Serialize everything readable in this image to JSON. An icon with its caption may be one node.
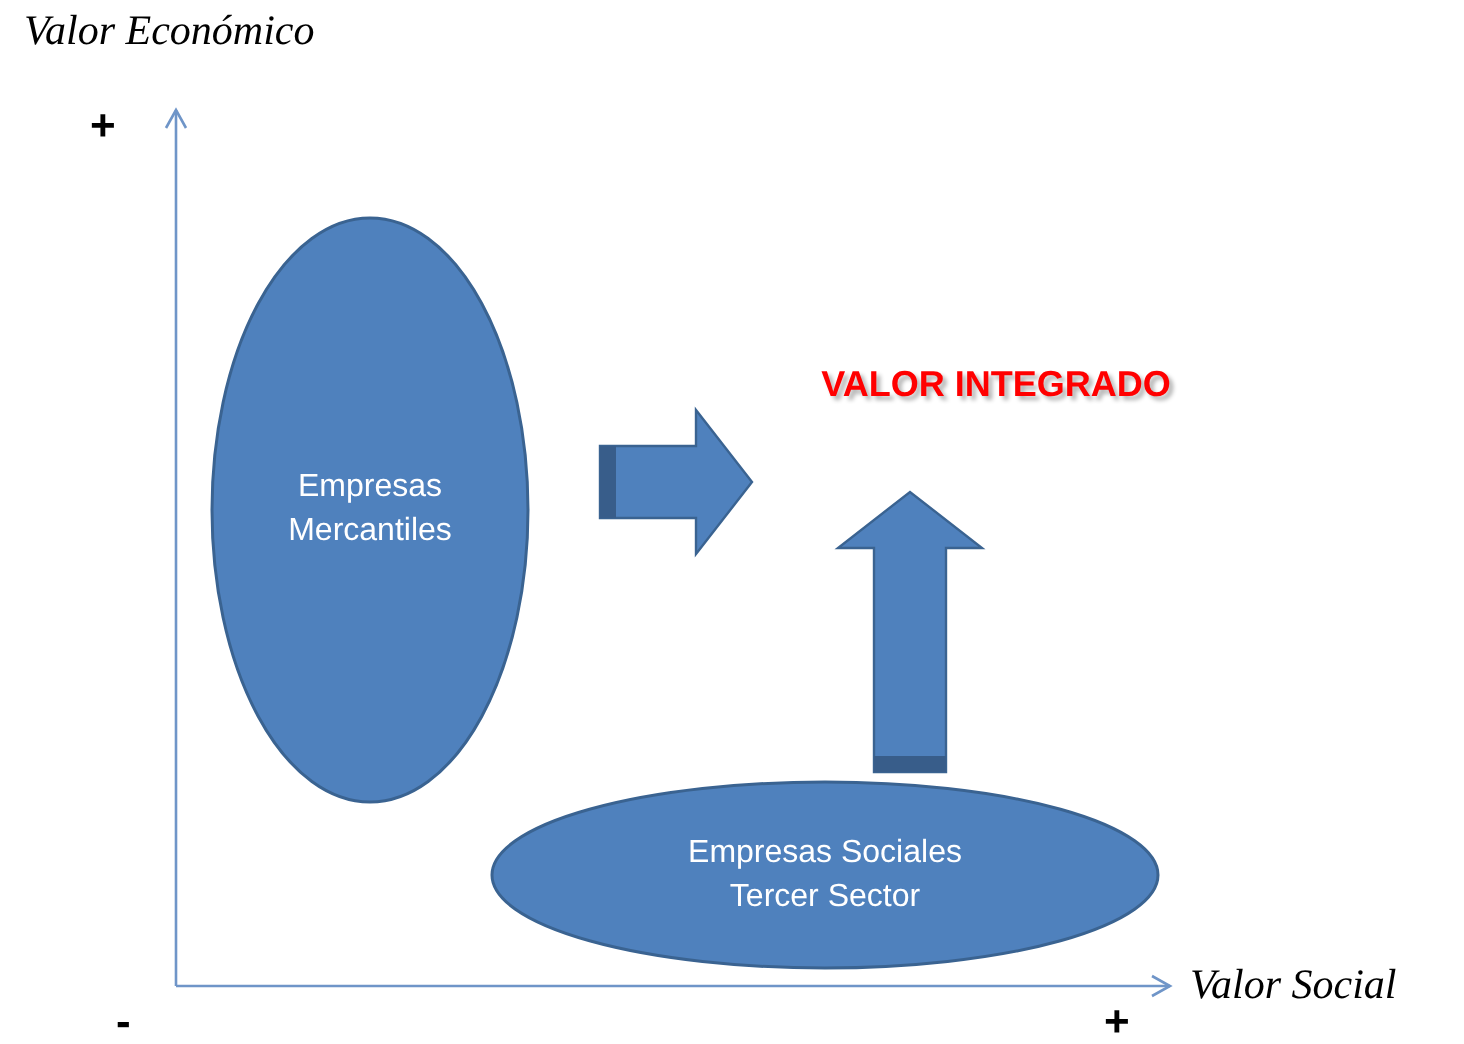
{
  "diagram": {
    "nodes": [
      {
        "text": [
          "Empresas Mercantiles"
        ]
      },
      {
        "text": [
          "VALOR INTEGRADO"
        ]
      },
      {
        "text": [
          "Empresas Sociales Tercer Sector"
        ]
      }
    ],
    "edges": [
      {
        "from": 0,
        "to": 1,
        "arrow": "to",
        "style": "thick"
      },
      {
        "from": 2,
        "to": 1,
        "arrow": "to",
        "style": "thick"
      }
    ],
    "labels": [
      "Valor Económico",
      "+",
      "Valor Social",
      "-",
      "+"
    ]
  }
}
